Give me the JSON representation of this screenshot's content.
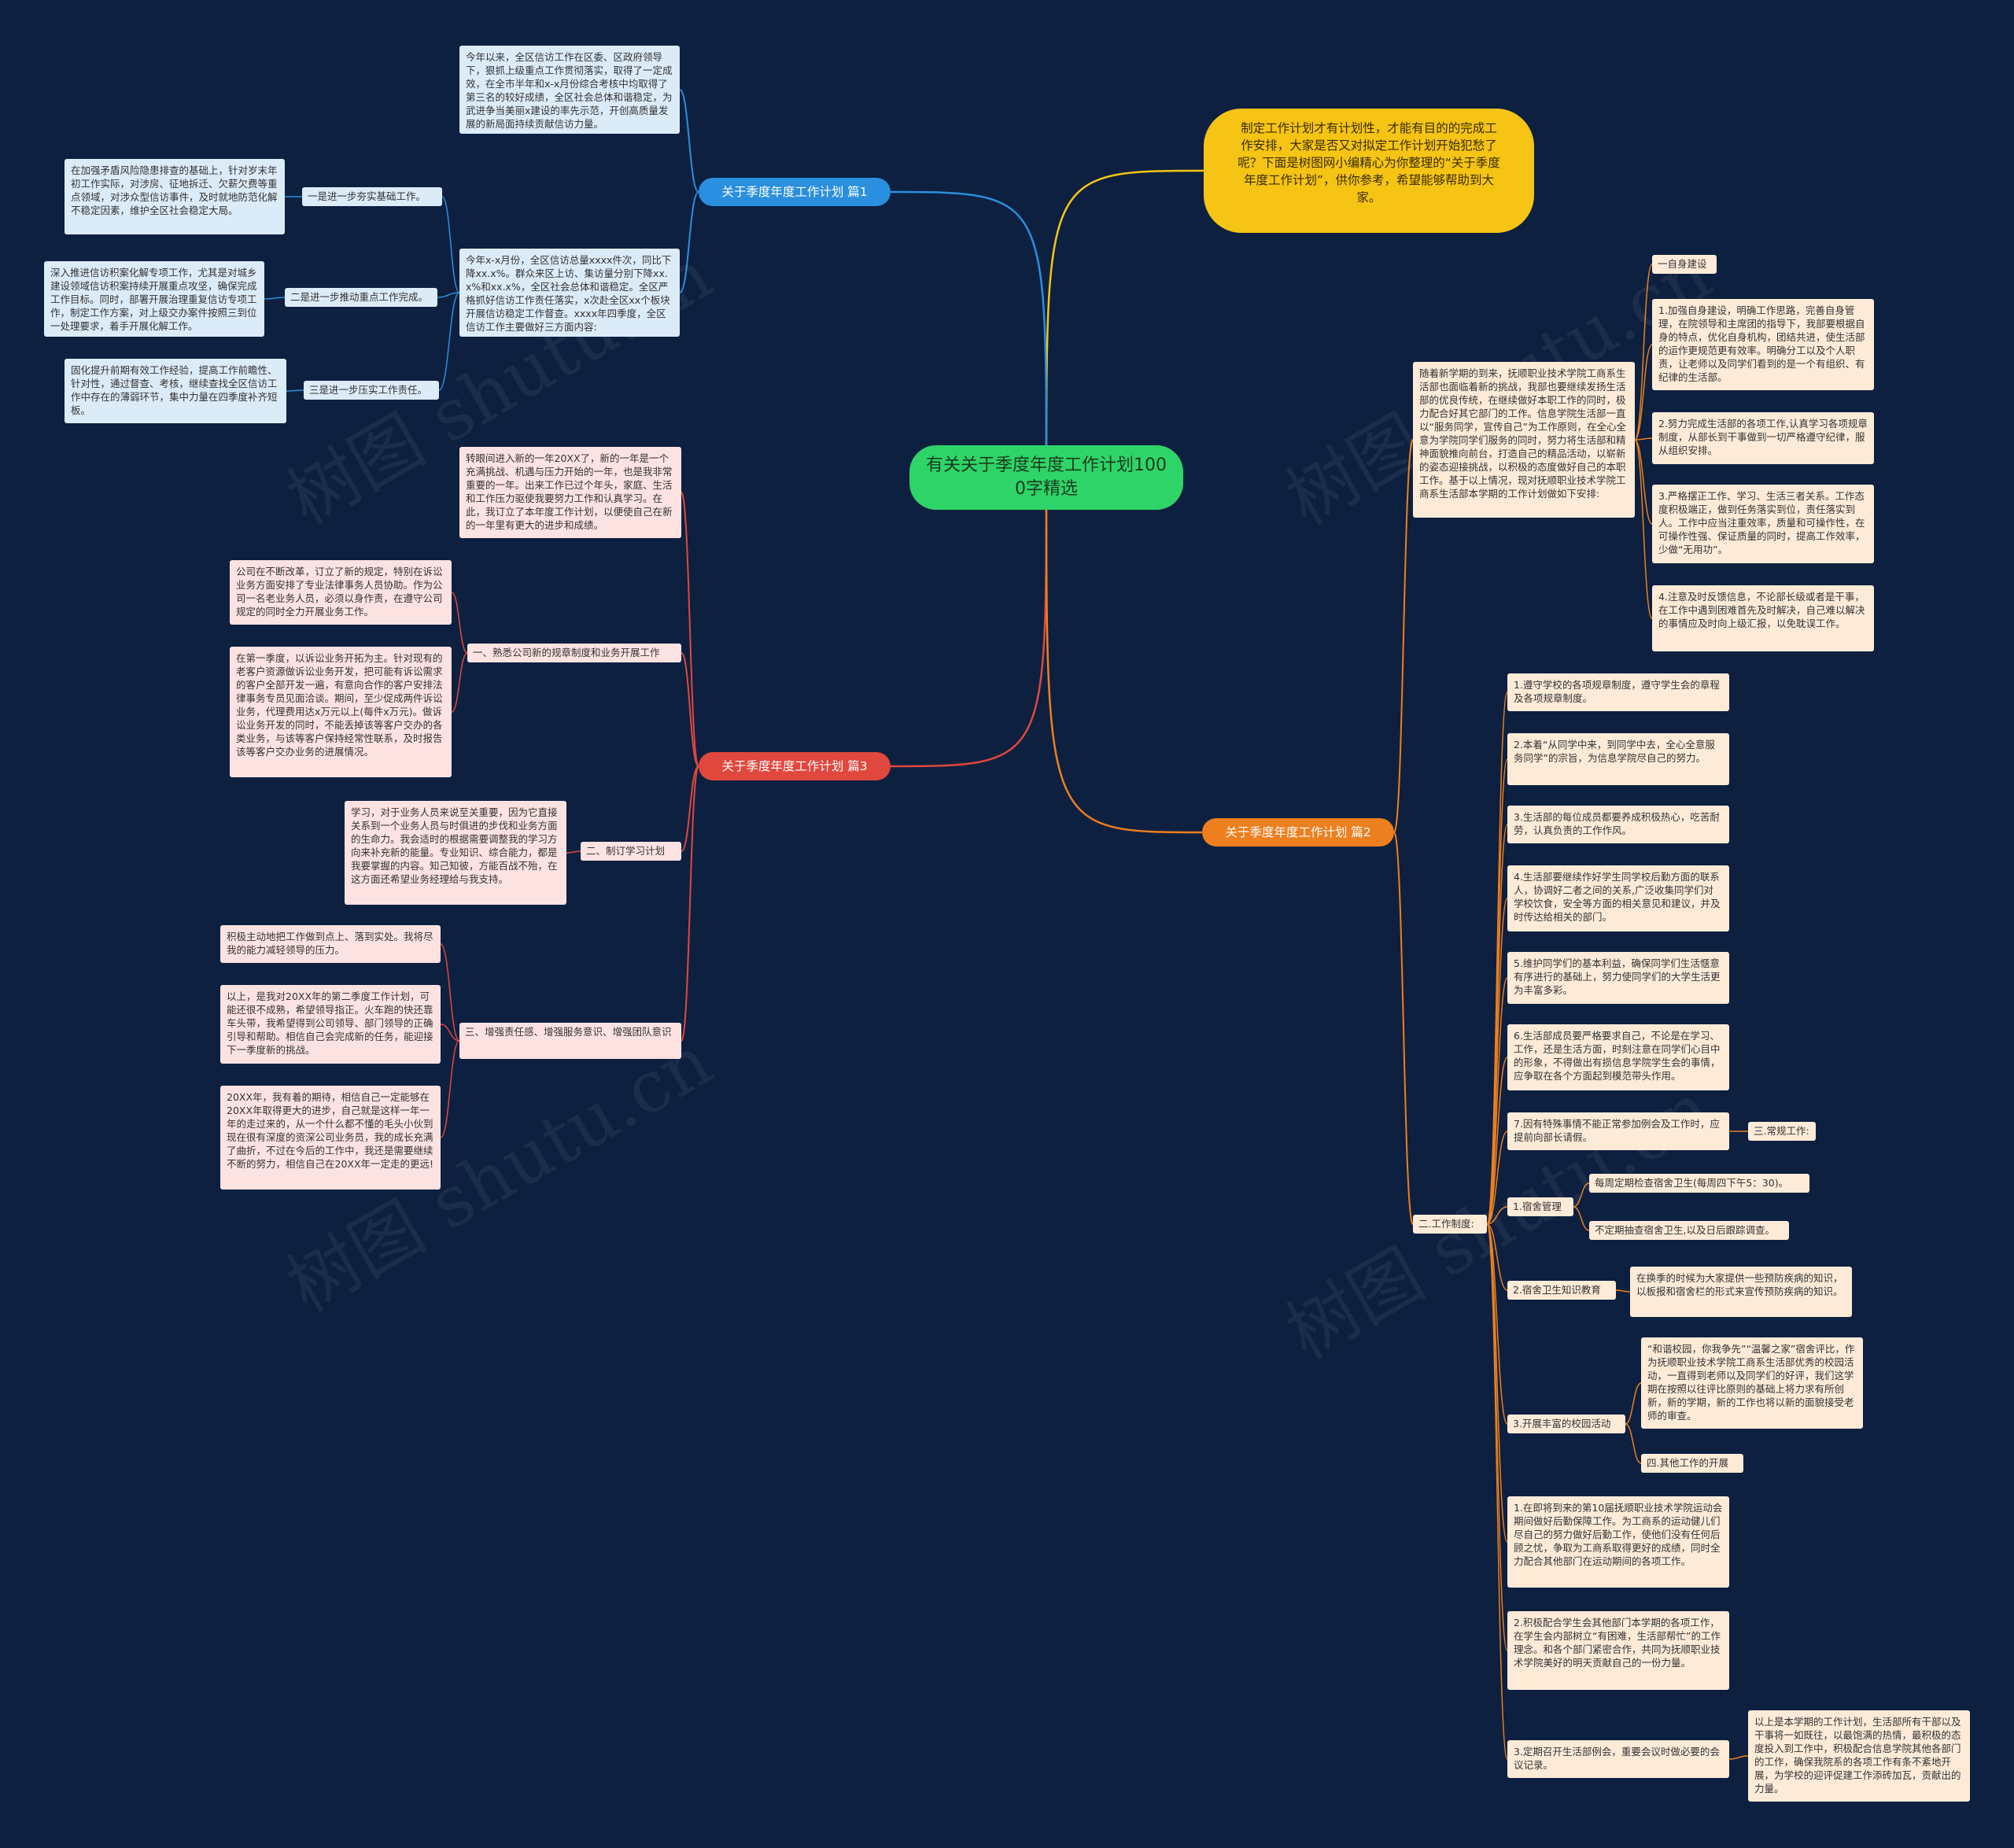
{
  "watermark": "树图 shutu.cn",
  "colors": {
    "background": "#0d2040",
    "center": "#2ed468",
    "intro": "#f5c414",
    "blue": "#2a8fde",
    "red": "#e0473d",
    "orange": "#ed7f1e"
  },
  "center": "有关关于季度年度工作计划1000字精选",
  "intro": "制定工作计划才有计划性，才能有目的的完成工作安排，大家是否又对拟定工作计划开始犯愁了呢？下面是树图网小编精心为你整理的“关于季度年度工作计划”，供你参考，希望能够帮助到大家。",
  "branch1": {
    "title": "关于季度年度工作计划 篇1",
    "p1": "今年以来，全区信访工作在区委、区政府领导下，狠抓上级重点工作贯彻落实，取得了一定成效，在全市半年和x-x月份综合考核中均取得了第三名的较好成绩，全区社会总体和谐稳定，为武进争当美丽x建设的率先示范，开创高质量发展的新局面持续贡献信访力量。",
    "p2": "今年x-x月份，全区信访总量xxxx件次，同比下降xx.x%。群众来区上访、集访量分别下降xx.x%和xx.x%，全区社会总体和谐稳定。全区严格抓好信访工作责任落实，x次赴全区xx个板块开展信访稳定工作督查。xxxx年四季度，全区信访工作主要做好三方面内容:",
    "s1": "一是进一步夯实基础工作。",
    "s1d": "在加强矛盾风险隐患排查的基础上，针对岁末年初工作实际，对涉房、征地拆迁、欠薪欠费等重点领域，对涉众型信访事件，及时就地防范化解不稳定因素，维护全区社会稳定大局。",
    "s2": "二是进一步推动重点工作完成。",
    "s2d": "深入推进信访积案化解专项工作，尤其是对城乡建设领域信访积案持续开展重点攻坚，确保完成工作目标。同时，部署开展治理重复信访专项工作，制定工作方案，对上级交办案件按照三到位一处理要求，着手开展化解工作。",
    "s3": "三是进一步压实工作责任。",
    "s3d": "固化提升前期有效工作经验，提高工作前瞻性、针对性，通过督查、考核，继续查找全区信访工作中存在的薄弱环节，集中力量在四季度补齐短板。"
  },
  "branch3": {
    "title": "关于季度年度工作计划 篇3",
    "intro": "转眼间进入新的一年20XX了，新的一年是一个充满挑战、机遇与压力开始的一年，也是我非常重要的一年。出来工作已过个年头，家庭、生活和工作压力驱使我要努力工作和认真学习。在此，我订立了本年度工作计划，以便使自己在新的一年里有更大的进步和成绩。",
    "s1": "一、熟悉公司新的规章制度和业务开展工作",
    "s1a": "公司在不断改革，订立了新的规定，特别在诉讼业务方面安排了专业法律事务人员协助。作为公司一名老业务人员，必须以身作责，在遵守公司规定的同时全力开展业务工作。",
    "s1b": "在第一季度，以诉讼业务开拓为主。针对现有的老客户资源做诉讼业务开发，把可能有诉讼需求的客户全部开发一遍，有意向合作的客户安排法律事务专员见面洽谈。期间，至少促成两件诉讼业务，代理费用达x万元以上(每件x万元)。做诉讼业务开发的同时，不能丢掉该等客户交办的各类业务，与该等客户保持经常性联系，及时报告该等客户交办业务的进展情况。",
    "s2": "二、制订学习计划",
    "s2a": "学习，对于业务人员来说至关重要，因为它直接关系到一个业务人员与时俱进的步伐和业务方面的生命力。我会适时的根据需要调整我的学习方向来补充新的能量。专业知识、综合能力，都是我要掌握的内容。知己知彼，方能百战不殆，在这方面还希望业务经理给与我支持。",
    "s3": "三、增强责任感、增强服务意识、增强团队意识",
    "s3a": "积极主动地把工作做到点上、落到实处。我将尽我的能力减轻领导的压力。",
    "s3b": "以上，是我对20XX年的第二季度工作计划，可能还很不成熟，希望领导指正。火车跑的快还靠车头带，我希望得到公司领导、部门领导的正确引导和帮助。相信自己会完成新的任务，能迎接下一季度新的挑战。",
    "s3c": "20XX年，我有着的期待，相信自己一定能够在20XX年取得更大的进步，自己就是这样一年一年的走过来的，从一个什么都不懂的毛头小伙到现在很有深度的资深公司业务员，我的成长充满了曲折，不过在今后的工作中，我还是需要继续不断的努力，相信自己在20XX年一定走的更远!"
  },
  "branch2": {
    "title": "关于季度年度工作计划 篇2",
    "p1": "随着新学期的到来，抚顺职业技术学院工商系生活部也面临着新的挑战，我部也要继续发扬生活部的优良传统，在继续做好本职工作的同时，极力配合好其它部门的工作。信息学院生活部一直以“服务同学，宣传自己”为工作原则，在全心全意为学院同学们服务的同时，努力将生活部和精神面貌推向前台，打造自己的精品活动，以崭新的姿态迎接挑战，以积极的态度做好自己的本职工作。基于以上情况，现对抚顺职业技术学院工商系生活部本学期的工作计划做如下安排:",
    "self": "一自身建设",
    "self1": "1.加强自身建设，明确工作思路，完善自身管理，在院领导和主席团的指导下，我部要根据自身的特点，优化自身机构，团结共进，使生活部的运作更规范更有效率。明确分工以及个人职责，让老师以及同学们看到的是一个有组织、有纪律的生活部。",
    "self2": "2.努力完成生活部的各项工作,认真学习各项规章制度，从部长到干事做到一切严格遵守纪律，服从组织安排。",
    "self3": "3.严格摆正工作、学习、生活三者关系。工作态度积极端正，做到任务落实到位，责任落实到人。工作中应当注重效率，质量和可操作性，在可操作性强、保证质量的同时，提高工作效率，少做“无用功”。",
    "self4": "4.注意及时反馈信息，不论部长级或者是干事，在工作中遇到困难首先及时解决，自己难以解决的事情应及时向上级汇报，以免耽误工作。",
    "rules": "二.工作制度:",
    "r1": "1.遵守学校的各项规章制度，遵守学生会的章程及各项规章制度。",
    "r2": "2.本着“从同学中来，到同学中去，全心全意服务同学”的宗旨，为信息学院尽自己的努力。",
    "r3": "3.生活部的每位成员都要养成积极热心，吃苦耐劳，认真负责的工作作风。",
    "r4": "4.生活部要继续作好学生同学校后勤方面的联系人，协调好二者之间的关系,广泛收集同学们对学校饮食，安全等方面的相关意见和建议，并及时传达给相关的部门。",
    "r5": "5.维护同学们的基本利益，确保同学们生活惬意有序进行的基础上，努力使同学们的大学生活更为丰富多彩。",
    "r6": "6.生活部成员要严格要求自己，不论是在学习、工作，还是生活方面，时刻注意在同学们心目中的形象，不得做出有损信息学院学生会的事情，应争取在各个方面起到模范带头作用。",
    "r7": "7.因有特殊事情不能正常参加例会及工作时，应提前向部长请假。",
    "routine": "三.常规工作:",
    "dorm": "1.宿舍管理",
    "dorm1": "每周定期检查宿舍卫生(每周四下午5：30)。",
    "dorm2": "不定期抽查宿舍卫生,以及日后跟踪调查。",
    "hyg": "2.宿舍卫生知识教育",
    "hyg1": "在换季的时候为大家提供一些预防疾病的知识，以板报和宿舍栏的形式来宣传预防疾病的知识。",
    "camp": "3.开展丰富的校园活动",
    "camp1": "“和谐校园，你我争先”“温馨之家”宿舍评比，作为抚顺职业技术学院工商系生活部优秀的校园活动，一直得到老师以及同学们的好评，我们这学期在按照以往评比原则的基础上将力求有所创新，新的学期，新的工作也将以新的面貌接受老师的审查。",
    "other": "四.其他工作的开展",
    "o1": "1.在即将到来的第10届抚顺职业技术学院运动会期间做好后勤保障工作。为工商系的运动健儿们尽自己的努力做好后勤工作，使他们没有任何后顾之忧，争取为工商系取得更好的成绩，同时全力配合其他部门在运动期间的各项工作。",
    "o2": "2.积极配合学生会其他部门本学期的各项工作，在学生会内部树立“有困难，生活部帮忙”的工作理念。和各个部门紧密合作，共同为抚顺职业技术学院美好的明天贡献自己的一份力量。",
    "o3": "3.定期召开生活部例会，重要会议时做必要的会议记录。",
    "o3d": "以上是本学期的工作计划，生活部所有干部以及干事将一如既往，以最饱满的热情，最积极的态度投入到工作中，积极配合信息学院其他各部门的工作，确保我院系的各项工作有条不紊地开展，为学校的迎评促建工作添砖加瓦，贡献出的力量。"
  }
}
